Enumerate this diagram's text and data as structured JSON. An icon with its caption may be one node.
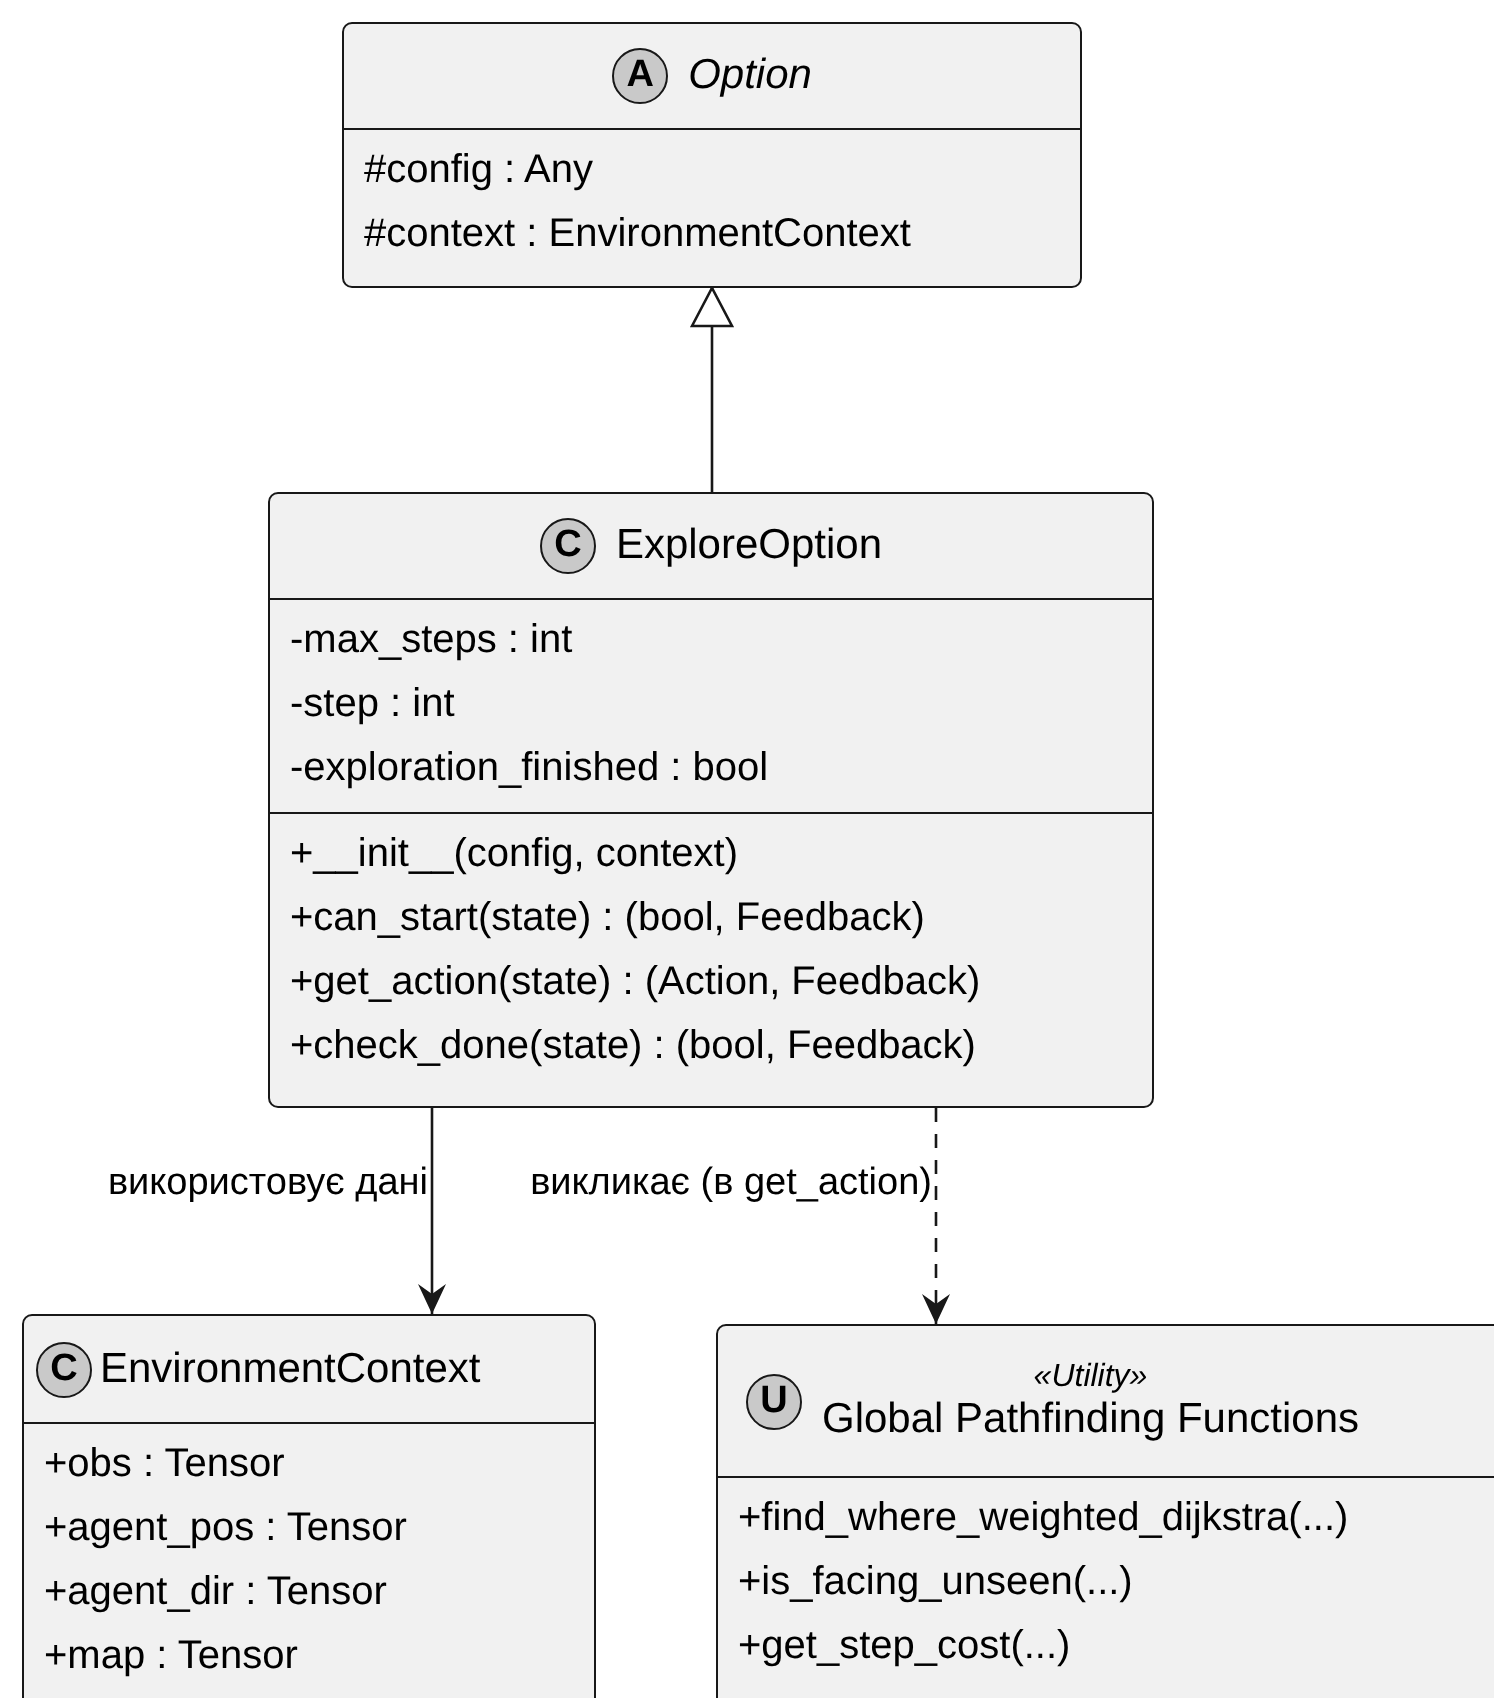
{
  "diagram": {
    "nodes": [
      {
        "text": [
          "A",
          "Option",
          "#config : Any",
          "#context : EnvironmentContext"
        ]
      },
      {
        "text": [
          "C",
          "ExploreOption",
          "-max_steps : int",
          "-step : int",
          "-exploration_finished : bool",
          "+__init__(config, context)",
          "+can_start(state) : (bool, Feedback)",
          "+get_action(state) : (Action, Feedback)",
          "+check_done(state) : (bool, Feedback)"
        ]
      },
      {
        "text": [
          "C",
          "EnvironmentContext",
          "+obs : Tensor",
          "+agent_pos : Tensor",
          "+agent_dir : Tensor",
          "+map : Tensor"
        ]
      },
      {
        "text": [
          "U",
          "«Utility»",
          "Global Pathfinding Functions",
          "+find_where_weighted_dijkstra(...)",
          "+is_facing_unseen(...)",
          "+get_step_cost(...)"
        ]
      }
    ],
    "edges": [
      {
        "from": 1,
        "to": 0,
        "arrow": "to"
      },
      {
        "from": 1,
        "to": 2,
        "arrow": "to",
        "label": "використовує дані"
      },
      {
        "from": 1,
        "to": 3,
        "arrow": "to",
        "label": "викликає (в get_action)",
        "style": "dashed"
      }
    ]
  }
}
